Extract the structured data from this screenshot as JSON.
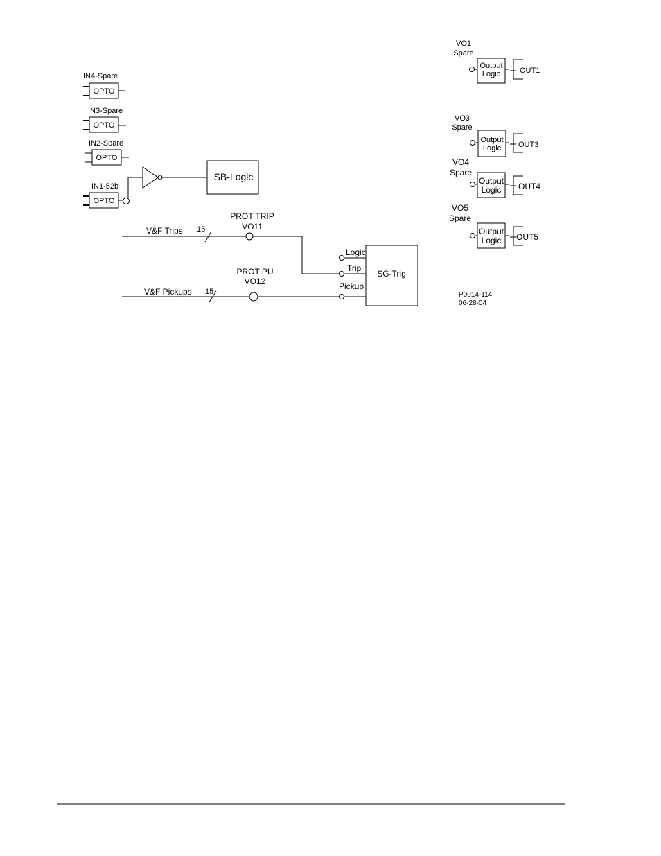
{
  "inputs": {
    "in4": {
      "label": "IN4-Spare",
      "box": "OPTO"
    },
    "in3": {
      "label": "IN3-Spare",
      "box": "OPTO"
    },
    "in2": {
      "label": "IN2-Spare",
      "box": "OPTO"
    },
    "in1": {
      "label": "IN1-52b",
      "box": "OPTO"
    }
  },
  "sb_logic": "SB-Logic",
  "trips": {
    "signal": "V&F Trips",
    "width": "15",
    "name": "PROT TRIP",
    "vo": "VO11"
  },
  "pickups": {
    "signal": "V&F Pickups",
    "width": "15",
    "name": "PROT PU",
    "vo": "VO12"
  },
  "sg_trig": {
    "label": "SG-Trig",
    "logic": "Logic",
    "trip": "Trip",
    "pickup": "Pickup"
  },
  "outputs": {
    "vo1": {
      "name": "VO1",
      "desc": "Spare",
      "box1": "Output",
      "box2": "Logic",
      "out": "OUT1"
    },
    "vo3": {
      "name": "VO3",
      "desc": "Spare",
      "box1": "Output",
      "box2": "Logic",
      "out": "OUT3"
    },
    "vo4": {
      "name": "VO4",
      "desc": "Spare",
      "box1": "Output",
      "box2": "Logic",
      "out": "OUT4"
    },
    "vo5": {
      "name": "VO5",
      "desc": "Spare",
      "box1": "Output",
      "box2": "Logic",
      "out": "OUT5"
    }
  },
  "drawing": {
    "number": "P0014-114",
    "date": "06-28-04"
  }
}
